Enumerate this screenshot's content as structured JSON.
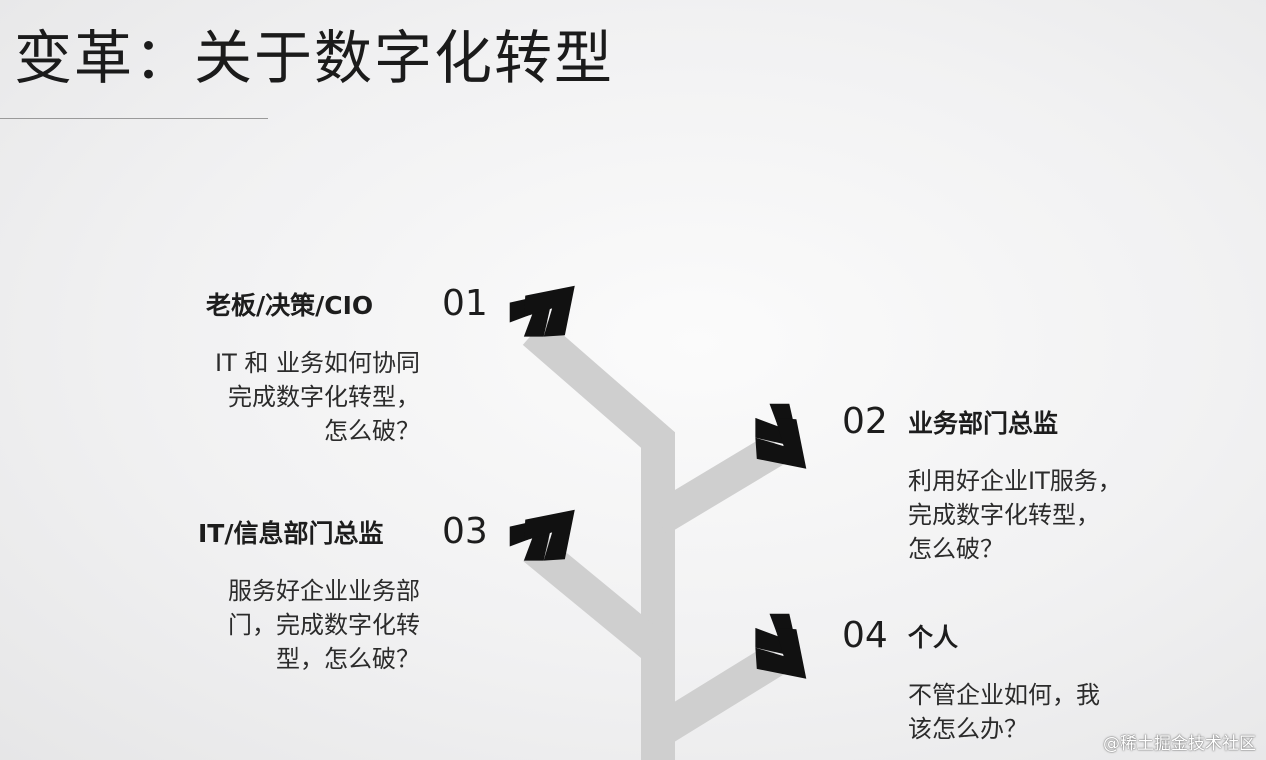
{
  "slide": {
    "title": "变革：关于数字化转型"
  },
  "items": [
    {
      "number": "01",
      "role": "老板/决策/CIO",
      "desc_lines": [
        "IT 和 业务如何协同",
        "完成数字化转型，",
        "怎么破？"
      ]
    },
    {
      "number": "02",
      "role": "业务部门总监",
      "desc_lines": [
        "利用好企业IT服务，",
        "完成数字化转型，",
        "怎么破？"
      ]
    },
    {
      "number": "03",
      "role": "IT/信息部门总监",
      "desc_lines": [
        "服务好企业业务部",
        "门，完成数字化转",
        "型，怎么破？"
      ]
    },
    {
      "number": "04",
      "role": "个人",
      "desc_lines": [
        "不管企业如何，我",
        "该怎么办？"
      ]
    }
  ],
  "watermark": "@稀土掘金技术社区",
  "colors": {
    "branch": "#cfcfcf",
    "chevron": "#111111"
  }
}
